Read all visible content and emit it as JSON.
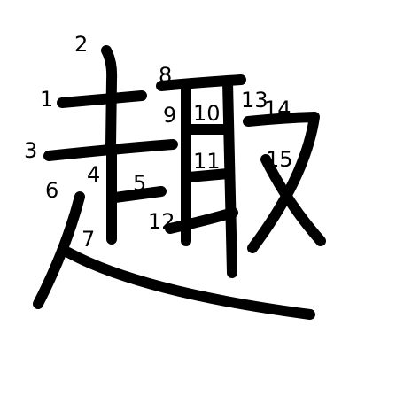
{
  "character": "趣",
  "stroke_color": "#000000",
  "background_color": "#ffffff",
  "stroke_numbers": [
    "1",
    "2",
    "3",
    "4",
    "5",
    "6",
    "7",
    "8",
    "9",
    "10",
    "11",
    "12",
    "13",
    "14",
    "15"
  ]
}
